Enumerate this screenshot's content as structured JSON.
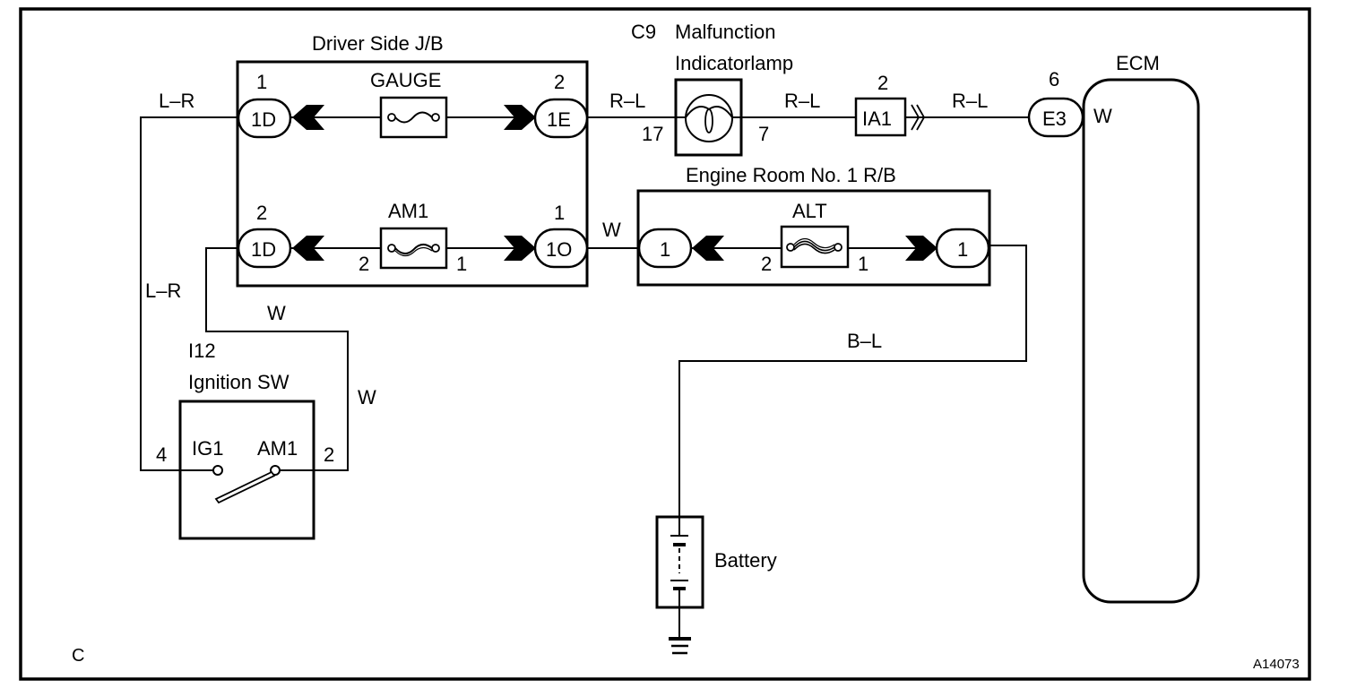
{
  "diagram": {
    "code": "C",
    "figure_id": "A14073",
    "driver_jb": {
      "title": "Driver Side J/B",
      "gauge_fuse": {
        "label": "GAUGE"
      },
      "am1_fuse": {
        "label": "AM1",
        "pin_left": "2",
        "pin_right": "1"
      },
      "connectors": [
        {
          "id": "1D",
          "pin": "1"
        },
        {
          "id": "1E",
          "pin": "2"
        },
        {
          "id": "1D",
          "pin": "2"
        },
        {
          "id": "1O",
          "pin": "1"
        }
      ]
    },
    "indicator_lamp": {
      "code": "C9",
      "title_line1": "Malfunction",
      "title_line2": "Indicatorlamp",
      "pin_left": "17",
      "pin_right": "7"
    },
    "ia1_connector": {
      "id": "IA1",
      "pin": "2"
    },
    "ecm": {
      "title": "ECM",
      "connector": {
        "id": "E3",
        "pin": "6"
      },
      "wire_color": "W"
    },
    "engine_rb": {
      "title": "Engine Room No. 1 R/B",
      "alt_fuse": {
        "label": "ALT",
        "pin_left": "2",
        "pin_right": "1"
      },
      "connectors": [
        {
          "id": "1"
        },
        {
          "id": "1"
        }
      ]
    },
    "ignition_switch": {
      "code": "I12",
      "title": "Ignition SW",
      "terminal_left": "IG1",
      "terminal_right": "AM1",
      "pin_left": "4",
      "pin_right": "2"
    },
    "battery": {
      "label": "Battery"
    },
    "wire_colors": {
      "ig_to_1d_top": "L–R",
      "ig_to_1d_top_lower": "L–R",
      "am1_loop_upper": "W",
      "am1_loop_right": "W",
      "jb_to_lamp": "R–L",
      "lamp_to_ia1": "R–L",
      "ia1_to_ecm": "R–L",
      "jb_to_rb": "W",
      "rb_to_battery": "B–L"
    }
  }
}
